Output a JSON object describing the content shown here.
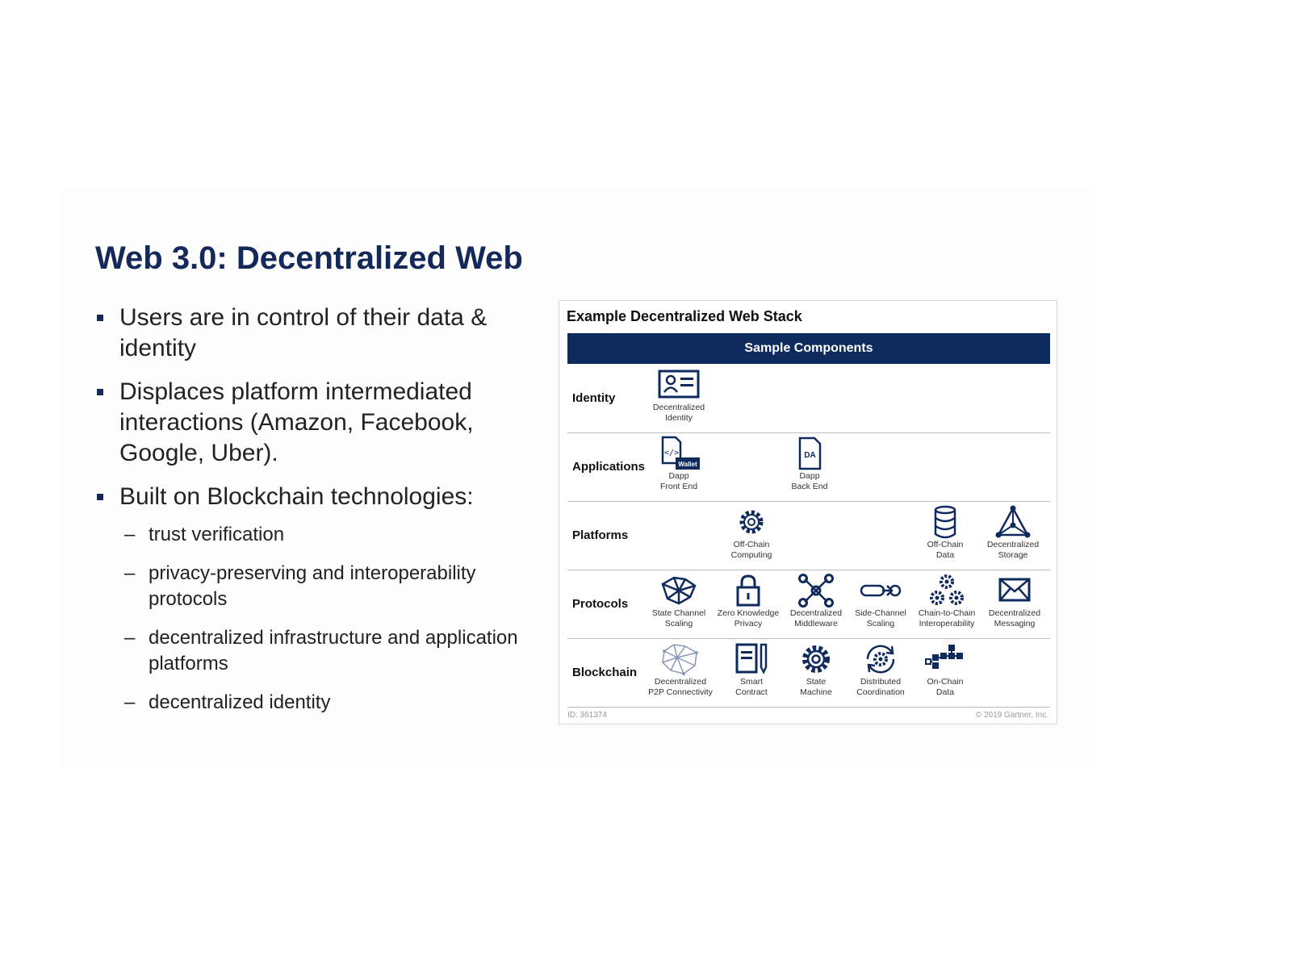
{
  "slide": {
    "title": "Web 3.0: Decentralized Web",
    "bullets": [
      "Users are in control of their data & identity",
      "Displaces platform intermediated interactions (Amazon, Facebook, Google, Uber).",
      "Built on Blockchain technologies:"
    ],
    "sub_bullets": [
      "trust verification",
      "privacy-preserving and interoperability protocols",
      "decentralized infrastructure and application platforms",
      "decentralized identity"
    ]
  },
  "diagram": {
    "title": "Example Decentralized Web Stack",
    "header": "Sample Components",
    "colors": {
      "navy": "#0f2a5c",
      "title": "#14295a",
      "divider": "#bdbdbd"
    },
    "rows": [
      {
        "label": "Identity",
        "components": [
          {
            "icon": "id-card-icon",
            "line1": "Decentralized",
            "line2": "Identity"
          }
        ]
      },
      {
        "label": "Applications",
        "components": [
          {
            "icon": "code-document-icon",
            "badge": "Wallet",
            "line1": "Dapp",
            "line2": "Front End"
          },
          {
            "icon": "document-icon",
            "badge": "DA",
            "line1": "Dapp",
            "line2": "Back End"
          }
        ]
      },
      {
        "label": "Platforms",
        "components": [
          {
            "icon": "gear-icon",
            "line1": "Off-Chain",
            "line2": "Computing"
          },
          {
            "icon": "database-icon",
            "line1": "Off-Chain",
            "line2": "Data"
          },
          {
            "icon": "network-triangle-icon",
            "line1": "Decentralized",
            "line2": "Storage"
          }
        ]
      },
      {
        "label": "Protocols",
        "components": [
          {
            "icon": "mesh-network-icon",
            "line1": "State Channel",
            "line2": "Scaling"
          },
          {
            "icon": "lock-icon",
            "line1": "Zero Knowledge",
            "line2": "Privacy"
          },
          {
            "icon": "node-graph-icon",
            "line1": "Decentralized",
            "line2": "Middleware"
          },
          {
            "icon": "side-channel-icon",
            "line1": "Side-Channel",
            "line2": "Scaling"
          },
          {
            "icon": "gears-icon",
            "line1": "Chain-to-Chain",
            "line2": "Interoperability"
          },
          {
            "icon": "envelope-icon",
            "line1": "Decentralized",
            "line2": "Messaging"
          }
        ]
      },
      {
        "label": "Blockchain",
        "components": [
          {
            "icon": "p2p-mesh-icon",
            "line1": "Decentralized",
            "line2": "P2P Connectivity"
          },
          {
            "icon": "contract-pen-icon",
            "line1": "Smart",
            "line2": "Contract"
          },
          {
            "icon": "gear-icon",
            "line1": "State",
            "line2": "Machine"
          },
          {
            "icon": "sync-gear-icon",
            "line1": "Distributed",
            "line2": "Coordination"
          },
          {
            "icon": "block-chain-icon",
            "line1": "On-Chain",
            "line2": "Data"
          }
        ]
      }
    ],
    "footer_left": "ID: 361374",
    "footer_right": "© 2019 Gartner, Inc."
  }
}
